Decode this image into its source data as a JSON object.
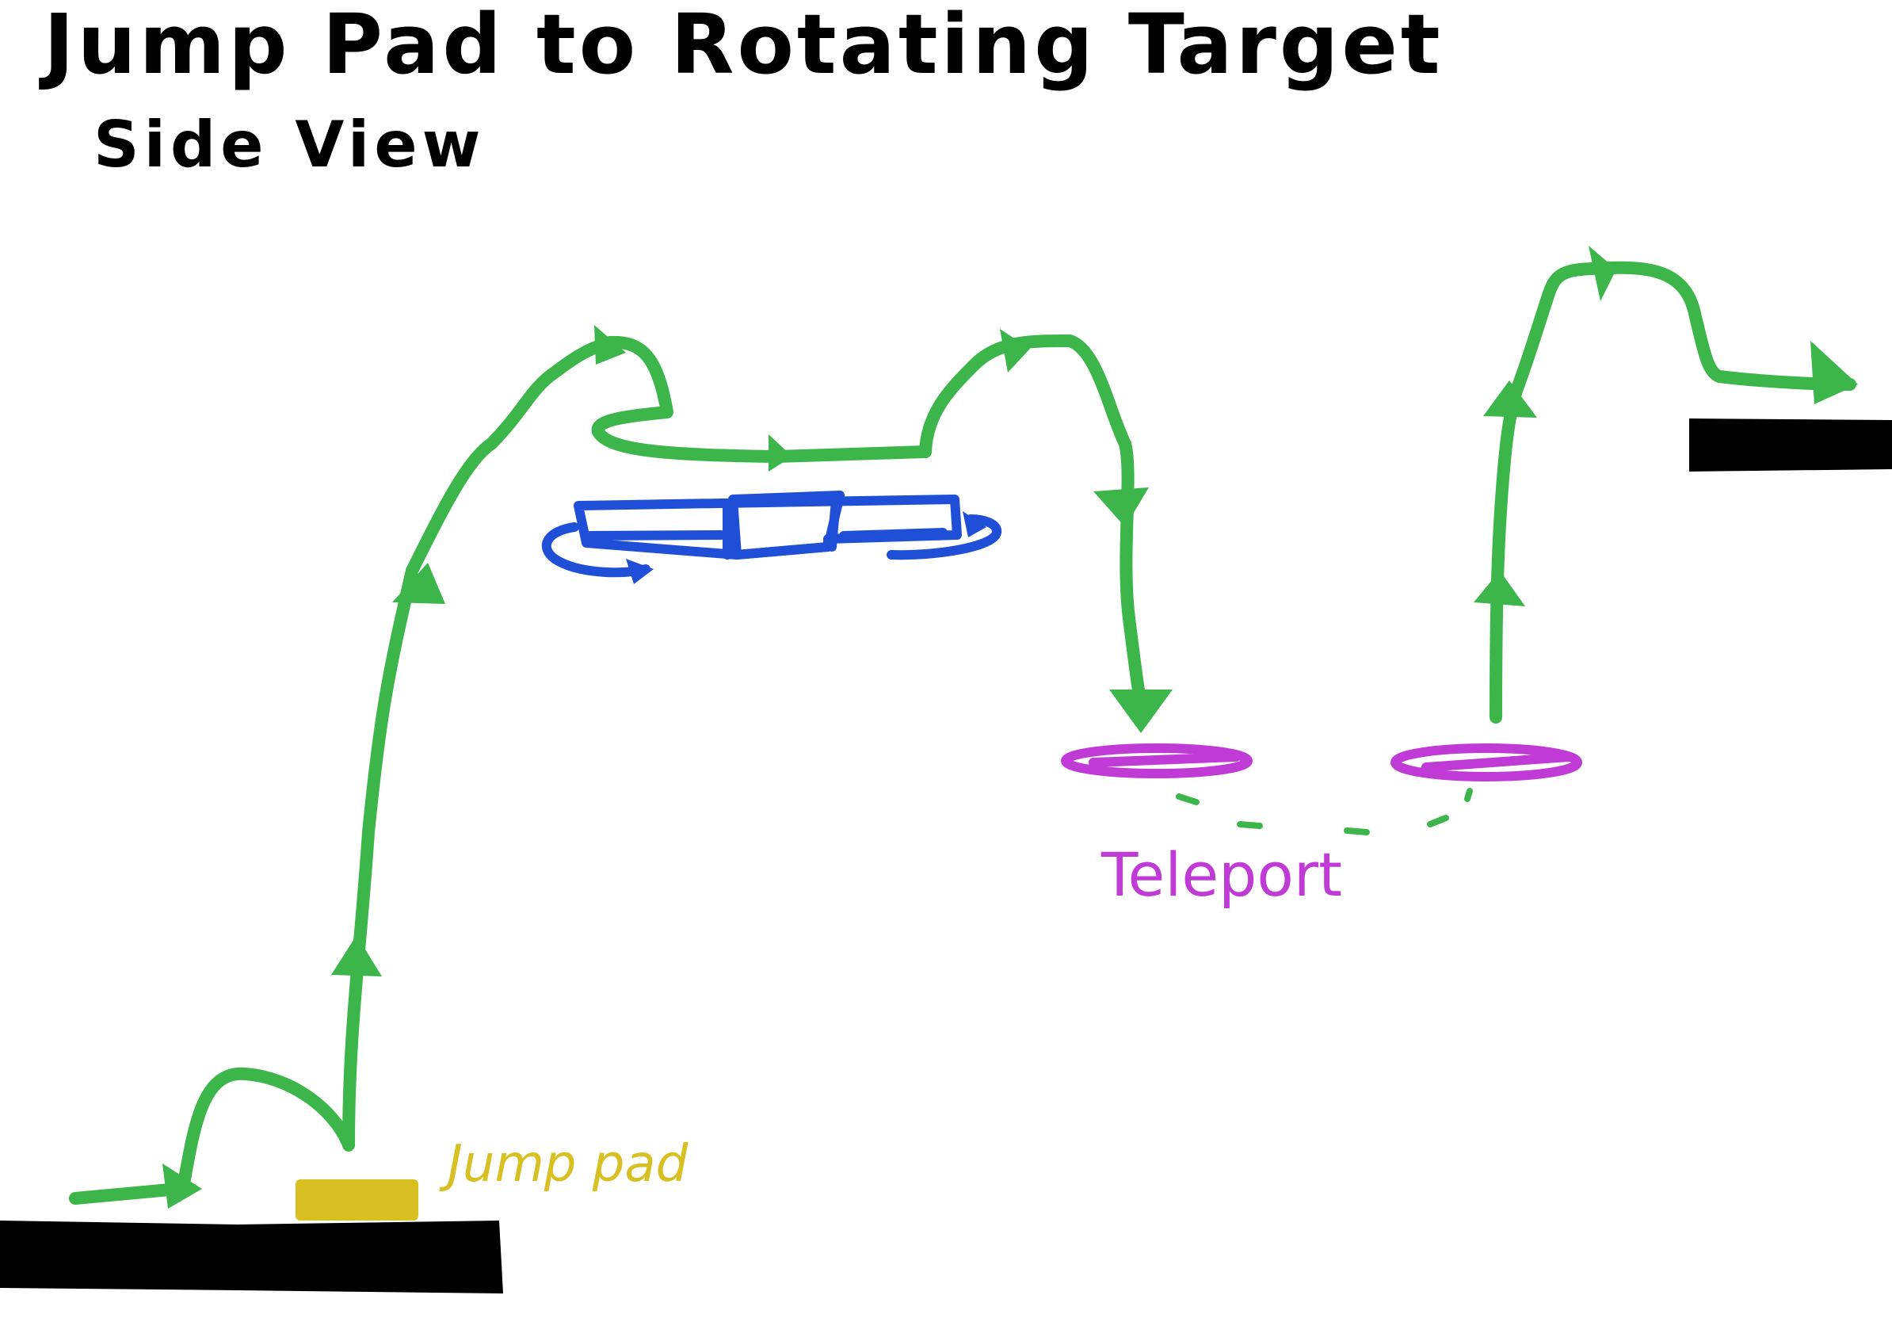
{
  "title": "Jump Pad to Rotating Target",
  "subtitle": "Side View",
  "labels": {
    "jump_pad": "Jump pad",
    "teleport": "Teleport"
  },
  "colors": {
    "ground": "#000000",
    "path": "#3cb54a",
    "rotating_target": "#1f4fd6",
    "teleport": "#c03ad6",
    "jump_pad": "#d9c022",
    "ink": "#000000"
  }
}
